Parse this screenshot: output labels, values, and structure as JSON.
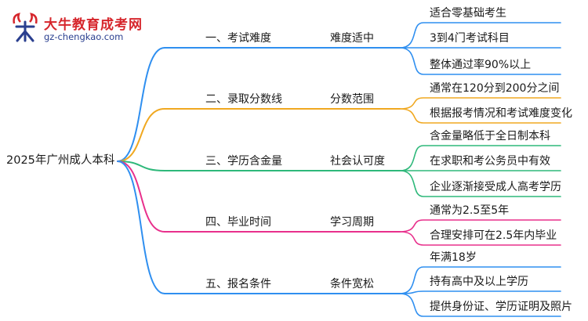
{
  "logo": {
    "title": "大牛教育成考网",
    "url": "gz-chengkao.com",
    "mark_text": "大牛"
  },
  "mindmap": {
    "root": "2025年广州成人本科",
    "branches": [
      {
        "label": "一、考试难度",
        "sub": "难度适中",
        "color": "#2f8ff0",
        "leaves": [
          "适合零基础考生",
          "3到4门考试科目",
          "整体通过率90%以上"
        ]
      },
      {
        "label": "二、录取分数线",
        "sub": "分数范围",
        "color": "#f0a820",
        "leaves": [
          "通常在120分到200分之间",
          "根据报考情况和考试难度变化"
        ]
      },
      {
        "label": "三、学历含金量",
        "sub": "社会认可度",
        "color": "#2eb87a",
        "leaves": [
          "含金量略低于全日制本科",
          "在求职和考公务员中有效",
          "企业逐渐接受成人高考学历"
        ]
      },
      {
        "label": "四、毕业时间",
        "sub": "学习周期",
        "color": "#e8308c",
        "leaves": [
          "通常为2.5至5年",
          "合理安排可在2.5年内毕业"
        ]
      },
      {
        "label": "五、报名条件",
        "sub": "条件宽松",
        "color": "#2f8ff0",
        "leaves": [
          "年满18岁",
          "持有高中及以上学历",
          "提供身份证、学历证明及照片"
        ]
      }
    ]
  }
}
